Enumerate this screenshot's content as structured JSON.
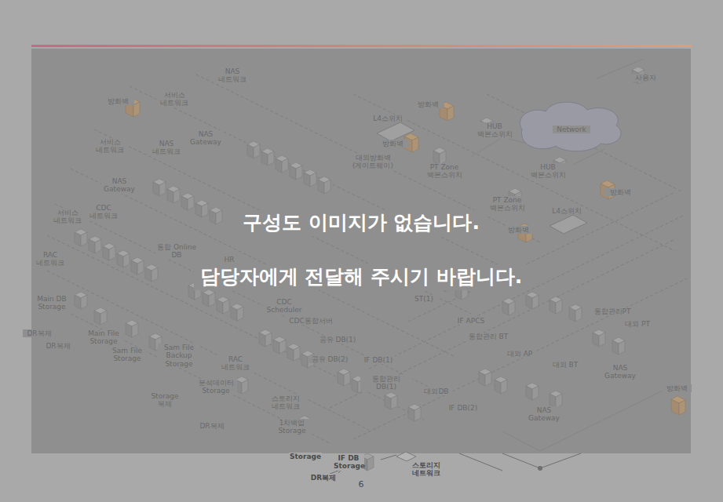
{
  "diagram": {
    "labels": [
      "구성도 이미지가 없습니다.",
      "담당자에게 전달해 주시기 바랍니다.",
      "방화벽",
      "서비스 네트워크",
      "NAS 네트워크",
      "NAS Gateway",
      "서비스 네트워크",
      "NAS 네트워크",
      "NAS Gateway",
      "CDC 네트워크",
      "서비스 네트워크",
      "RAC 네트워크",
      "Main DB Storage",
      "DR복제",
      "DR복제",
      "Main File Storage",
      "Sam File Storage",
      "Sam File Backup Storage",
      "Storage 복제",
      "통합 Online DB",
      "HR",
      "CDC Scheduler",
      "CDC통합서버",
      "공유 DB(1)",
      "RAC 네트워크",
      "분석데이터 Storage",
      "스토리지 네트워크",
      "DR복제",
      "1차백업 Storage",
      "사용자",
      "Network",
      "방화벽",
      "L4스위치",
      "방화벽",
      "대외방화벽(게이트웨이)",
      "HUB 백본스위치",
      "PT Zone 백본스위치",
      "HUB 백본스위치",
      "PT Zone 백본스위치",
      "방화벽",
      "L4스위치",
      "방화벽",
      "통합관리PT",
      "대외 PT",
      "ST(1)",
      "IF APCS",
      "통합관리 BT",
      "대외 AP",
      "대외 BT",
      "NAS Gateway",
      "방화벽",
      "IF DB(1)",
      "통합관리 DB(1)",
      "대외DB",
      "IF DB(2)",
      "NAS Gateway",
      "공유 DB(2)",
      "Storage",
      "IF DB Storage",
      "DR복제",
      "스토리지 네트워크",
      "6"
    ]
  }
}
